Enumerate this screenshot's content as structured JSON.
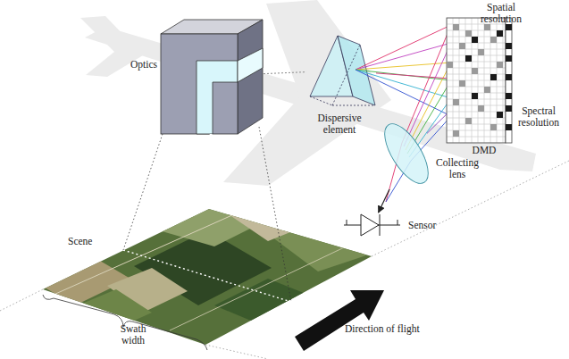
{
  "diagram": {
    "nodes": [
      {
        "text": [
          "Optics"
        ]
      },
      {
        "text": [
          "Dispersive element"
        ]
      },
      {
        "text": [
          "Spatial resolution",
          "Spectral resolution",
          "DMD"
        ]
      },
      {
        "text": [
          "Collecting lens"
        ]
      },
      {
        "text": [
          "Sensor"
        ]
      },
      {
        "text": [
          "Scene",
          "Swath width"
        ]
      }
    ],
    "edges": [
      {
        "from": 5,
        "to": 0,
        "arrow": "none"
      },
      {
        "from": 0,
        "to": 1,
        "arrow": "none"
      },
      {
        "from": 1,
        "to": 2,
        "arrow": "none"
      },
      {
        "from": 2,
        "to": 3,
        "arrow": "none"
      },
      {
        "from": 3,
        "to": 4,
        "arrow": "to"
      }
    ],
    "labels": [
      "Direction of flight"
    ]
  }
}
